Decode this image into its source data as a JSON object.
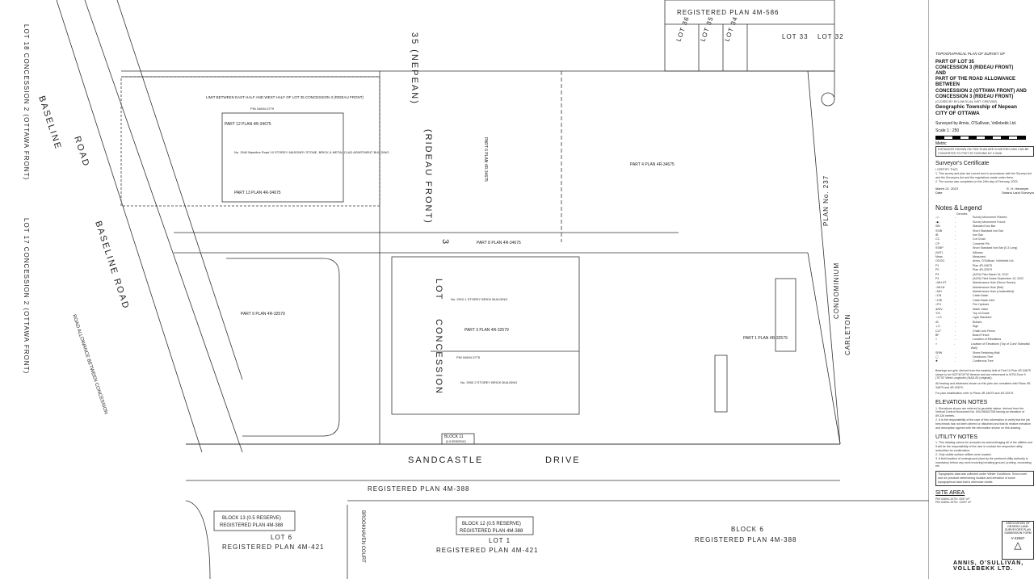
{
  "plan": {
    "labels": {
      "reg_plan_top": "REGISTERED PLAN 4M-586",
      "lot36": "LOT 36",
      "lot35": "LOT 35",
      "lot34": "LOT 34",
      "lot33": "LOT 33",
      "lot32": "LOT 32",
      "baseline_road": "BASELINE ROAD",
      "baseline": "BASELINE",
      "road": "ROAD",
      "lot18": "LOT 18 CONCESSION 2 (OTTAWA FRONT)",
      "lot17": "LOT 17 CONCESSION 2 (OTTAWA FRONT)",
      "road_allowance": "ROAD ALLOWANCE BETWEEN CONCESSION",
      "nepean": "35 (NEPEAN)",
      "rideau_front": "(RIDEAU FRONT)",
      "lot": "LOT",
      "concession": "CONCESSION",
      "three": "3",
      "limit_line": "LIMIT BETWEEN EAST HALF AND WEST HALF OF LOT 35 CONCESSION 3 (RIDEAU FRONT)",
      "sandcastle": "SANDCASTLE",
      "drive": "DRIVE",
      "reg_plan_388": "REGISTERED PLAN 4M-388",
      "block13": "BLOCK 13 (0.5 RESERVE)",
      "block13_plan": "REGISTERED PLAN 4M-388",
      "lot6": "LOT 6",
      "lot6_plan": "REGISTERED PLAN 4M-421",
      "brookhaven": "BROOKHAVEN COURT",
      "block12": "BLOCK 12 (0.5 RESERVE)",
      "block12_plan": "REGISTERED PLAN 4M-388",
      "lot1": "LOT 1",
      "lot1_plan": "REGISTERED PLAN 4M-421",
      "block6": "BLOCK 6",
      "block6_plan": "REGISTERED PLAN 4M-388",
      "carleton": "CARLETON",
      "condominium": "CONDOMINIUM",
      "plan_no": "PLAN No. 237",
      "block11": "BLOCK 11",
      "block11_sub": "(0.5 RESERVE)",
      "part12": "PART 12 PLAN 4R-34675",
      "part13": "PART 13 PLAN 4R-34675",
      "part6": "PART 6 PLAN 4R-34675",
      "part4": "PART 4 PLAN 4R-34675",
      "part8": "PART 8 PLAN 4R-34675",
      "part9": "PART 9 PLAN 4R-32579",
      "part3": "PART 3 PLAN 4R-32579",
      "part1": "PART 1 PLAN 4R-32579",
      "bldg1": "No. 2940 Baseline Road 10 STOREY MASONRY STONE, BRICK & METAL CLAD APARTMENT BUILDING",
      "bldg2": "No. 2910 1 STOREY BRICK BUILDING",
      "bldg3": "No. 2900 2 STOREY BRICK BUILDING",
      "pin1": "PIN 04694-3779",
      "pin2": "PIN 04694-3775"
    }
  },
  "title_block": {
    "heading": "TOPOGRAPHICAL PLAN OF SURVEY OF",
    "lines": [
      "PART OF LOT 35",
      "CONCESSION 3 (RIDEAU FRONT)",
      "AND",
      "PART OF THE ROAD ALLOWANCE BETWEEN",
      "CONCESSION 2 (OTTAWA FRONT) AND",
      "CONCESSION 3 (RIDEAU FRONT)"
    ],
    "closed": "(CLOSED BY BY-LAW 51-64, INST. CR521552)",
    "township": "Geographic Township of Nepean",
    "city": "CITY OF OTTAWA",
    "surveyed_by": "Surveyed by Annis, O'Sullivan, Vollebekk Ltd.",
    "scale": "Scale 1 : 250",
    "metric_title": "Metric",
    "metric_note": "DISTANCES SHOWN ON THIS PLAN ARE IN METRES AND CAN BE CONVERTED TO FEET BY DIVIDING BY 0.3048",
    "cert_title": "Surveyor's Certificate",
    "cert_intro": "I CERTIFY THAT:",
    "cert_1": "1. This survey and plan are correct and in accordance with the Surveys Act and the Surveyors Act and the regulations made under them.",
    "cert_2": "2. The survey was completed on the 24th day of February, 2023.",
    "cert_date": "March 21, 2023",
    "cert_date_label": "Date",
    "surveyor": "E. H. Herweyer",
    "surveyor_title": "Ontario Land Surveyor"
  },
  "legend": {
    "title": "Notes & Legend",
    "denotes": "Denotes",
    "items": [
      {
        "sym": "-◇-",
        "desc": "Survey Monument Planted"
      },
      {
        "sym": "-◆-",
        "desc": "Survey Monument Found"
      },
      {
        "sym": "SIB",
        "desc": "Standard Iron Bar"
      },
      {
        "sym": "SSIB",
        "desc": "Short Standard Iron Bar"
      },
      {
        "sym": "IB",
        "desc": "Iron Bar"
      },
      {
        "sym": "CC",
        "desc": "Cut Cross"
      },
      {
        "sym": "CP",
        "desc": "Concrete Pin"
      },
      {
        "sym": "SSBP",
        "desc": "Short Standard Iron Bar (0.3 Long)"
      },
      {
        "sym": "(WIT)",
        "desc": "Witness"
      },
      {
        "sym": "Meas.",
        "desc": "Measured"
      },
      {
        "sym": "OOOO",
        "desc": "Annis, O'Sullivan, Vollebekk Ltd."
      },
      {
        "sym": "P1",
        "desc": "Plan 4R-34675"
      },
      {
        "sym": "P2",
        "desc": "Plan 4R-32579"
      },
      {
        "sym": "P3",
        "desc": "(AOG) Plan March 14, 2012"
      },
      {
        "sym": "P4",
        "desc": "(AOG) Field Notes September 13, 2022"
      },
      {
        "sym": "○MH-ST",
        "desc": "Maintenance Hole (Storm Sewer)"
      },
      {
        "sym": "○MH-B",
        "desc": "Maintenance Hole (Bell)"
      },
      {
        "sym": "○MH",
        "desc": "Maintenance Hole (Unidentified)"
      },
      {
        "sym": "□CB",
        "desc": "Catch Basin"
      },
      {
        "sym": "□CBI",
        "desc": "Catch Basin Inlet"
      },
      {
        "sym": "○FH",
        "desc": "Fire Hydrant"
      },
      {
        "sym": "⊗WV",
        "desc": "Water Valve"
      },
      {
        "sym": "T/G",
        "desc": "Top of Grade"
      },
      {
        "sym": "☼LS",
        "desc": "Light Standard"
      },
      {
        "sym": "•B",
        "desc": "Bollard"
      },
      {
        "sym": "⊥S",
        "desc": "Sign"
      },
      {
        "sym": "CLF",
        "desc": "Chain Link Fence"
      },
      {
        "sym": "BF",
        "desc": "Board Fence"
      },
      {
        "sym": "×",
        "desc": "Location of Elevations"
      },
      {
        "sym": "×",
        "desc": "Location of Elevations (Top of Curb/ Sidewalk/ Wall)"
      },
      {
        "sym": "SRW",
        "desc": "Stone Retaining Wall"
      },
      {
        "sym": "◯",
        "desc": "Deciduous Tree"
      },
      {
        "sym": "✹",
        "desc": "Coniferous Tree"
      }
    ],
    "bearings_note": "Bearings are grid, derived from the easterly limit of Part 10 Plan 4R-34675 shown to be N22°40'20\"W thereon and are referenced to MTM Zone 9 (76°30' West Longitude) (NAD-83 (original)).",
    "bearings_note2": "All bearing and distances shown on this plan are consistent with Plans 4R-34675 and 4R-32579.",
    "strat_note": "For plan stratification refer to Plans 4R-34675 and 4R-32579."
  },
  "elevation_notes": {
    "title": "ELEVATION NOTES",
    "items": [
      "1. Elevations shown are referred to geodetic datum, derived from the Vertical Control Monument No. 0011969U3708 having an elevation of 89.326 metres.",
      "2. It is the responsibility of the user of this information to verify that the job benchmark has not been altered or disturbed and that its relative elevation and description agrees with the information shown on this drawing."
    ]
  },
  "utility_notes": {
    "title": "UTILITY NOTES",
    "items": [
      "1. This drawing cannot be accepted as acknowledging all of the utilities and it will be the responsibility of the user to contact the respective utility authorities for confirmation.",
      "2. Only visible surface utilities were located.",
      "3. A field location of underground plant by the pertinent utility authority is mandatory before any work involving breaking ground, probing, excavating etc."
    ],
    "winter_note": "Topographic data was collected under Winter Conditions. Snow cover and ice preclude determining location and elevation of some topographical data that is otherwise visible."
  },
  "site_area": {
    "title": "SITE AREA",
    "rows": [
      "PIN 04694-1079= 4357 m²",
      "PIN 04694-1075= 11097 m²"
    ]
  },
  "association": {
    "text": "ASSOCIATION OF ONTARIO LAND SURVEYORS PLAN SUBMISSION FORM",
    "number": "V-42667"
  },
  "firm": {
    "name": "ANNIS, O'SULLIVAN, VOLLEBEKK LTD."
  }
}
